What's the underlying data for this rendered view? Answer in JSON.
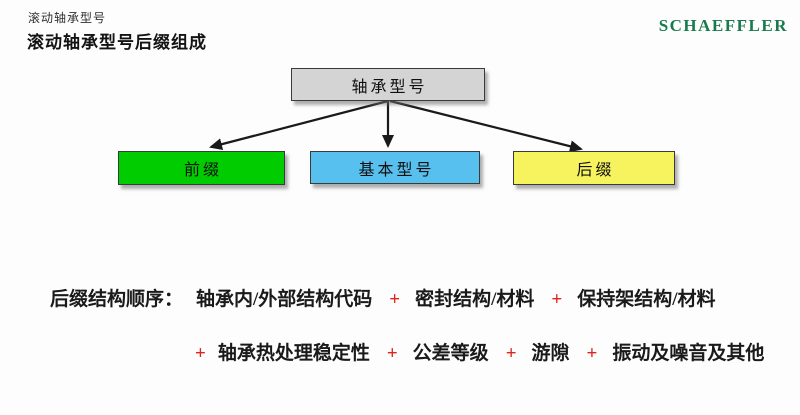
{
  "header": {
    "subtitle": "滚动轴承型号",
    "title": "滚动轴承型号后缀组成",
    "logo": "SCHAEFFLER",
    "logo_color": "#1a7a4e"
  },
  "diagram": {
    "root": {
      "label": "轴承型号",
      "fill": "#d4d4d4"
    },
    "children": [
      {
        "label": "前缀",
        "fill": "#00cc00"
      },
      {
        "label": "基本型号",
        "fill": "#57c0ee"
      },
      {
        "label": "后缀",
        "fill": "#f7f35e"
      }
    ],
    "arrow_color": "#1a1a1a"
  },
  "suffix_order": {
    "label": "后缀结构顺序：",
    "plus": "+",
    "plus_color": "#e02418",
    "line1_items": [
      "轴承内/外部结构代码",
      "密封结构/材料",
      "保持架结构/材料"
    ],
    "line2_items": [
      "轴承热处理稳定性",
      "公差等级",
      "游隙",
      "振动及噪音及其他"
    ]
  }
}
